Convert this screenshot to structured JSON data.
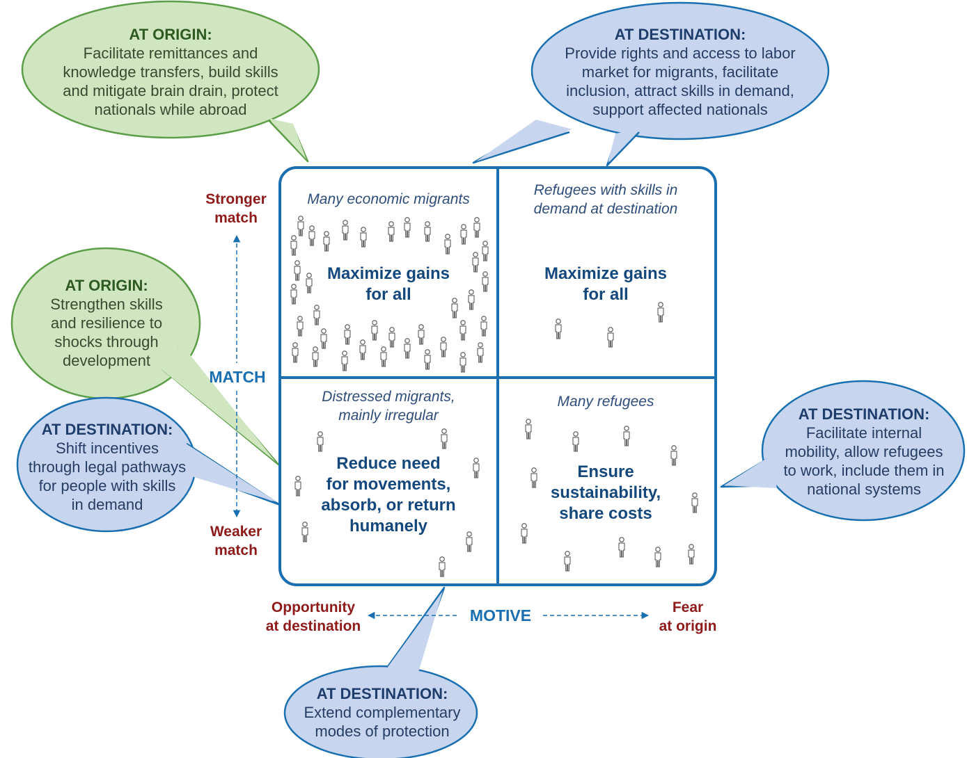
{
  "colors": {
    "green_fill": "#cfe6c1",
    "green_stroke": "#5c9e48",
    "blue_fill": "#c7d6ee",
    "blue_stroke": "#1a6fb0",
    "grid_stroke": "#1a6fb0",
    "red_text": "#8f1a1a",
    "person_stroke": "#6b6b6b"
  },
  "bubbles": {
    "origin_top": {
      "heading": "AT ORIGIN:",
      "lines": [
        "Facilitate remittances and",
        "knowledge transfers, build skills",
        "and mitigate brain drain, protect",
        "nationals while abroad"
      ]
    },
    "destination_top": {
      "heading": "AT DESTINATION:",
      "lines": [
        "Provide rights and access to labor",
        "market for migrants, facilitate",
        "inclusion, attract skills in demand,",
        "support affected nationals"
      ]
    },
    "origin_mid": {
      "heading": "AT ORIGIN:",
      "lines": [
        "Strengthen skills",
        "and resilience to",
        "shocks through",
        "development"
      ]
    },
    "destination_left": {
      "heading": "AT DESTINATION:",
      "lines": [
        "Shift incentives",
        "through legal pathways",
        "for people with skills",
        "in demand"
      ]
    },
    "destination_right": {
      "heading": "AT DESTINATION:",
      "lines": [
        "Facilitate internal",
        "mobility, allow refugees",
        "to work, include them in",
        "national systems"
      ]
    },
    "destination_bottom": {
      "heading": "AT DESTINATION:",
      "lines": [
        "Extend complementary",
        "modes of protection"
      ]
    }
  },
  "quadrants": {
    "top_left": {
      "caption": [
        "Many economic migrants"
      ],
      "main": [
        "Maximize gains",
        "for all"
      ]
    },
    "top_right": {
      "caption": [
        "Refugees with skills in",
        "demand at destination"
      ],
      "main": [
        "Maximize gains",
        "for all"
      ]
    },
    "bottom_left": {
      "caption": [
        "Distressed migrants,",
        "mainly irregular"
      ],
      "main": [
        "Reduce need",
        "for movements,",
        "absorb, or return",
        "humanely"
      ]
    },
    "bottom_right": {
      "caption": [
        "Many refugees"
      ],
      "main": [
        "Ensure",
        "sustainability,",
        "share costs"
      ]
    }
  },
  "axes": {
    "vertical": {
      "label": "MATCH",
      "top": [
        "Stronger",
        "match"
      ],
      "bottom": [
        "Weaker",
        "match"
      ]
    },
    "horizontal": {
      "label": "MOTIVE",
      "left": [
        "Opportunity",
        "at destination"
      ],
      "right": [
        "Fear",
        "at origin"
      ]
    }
  },
  "icons": {
    "person": "person-icon"
  }
}
